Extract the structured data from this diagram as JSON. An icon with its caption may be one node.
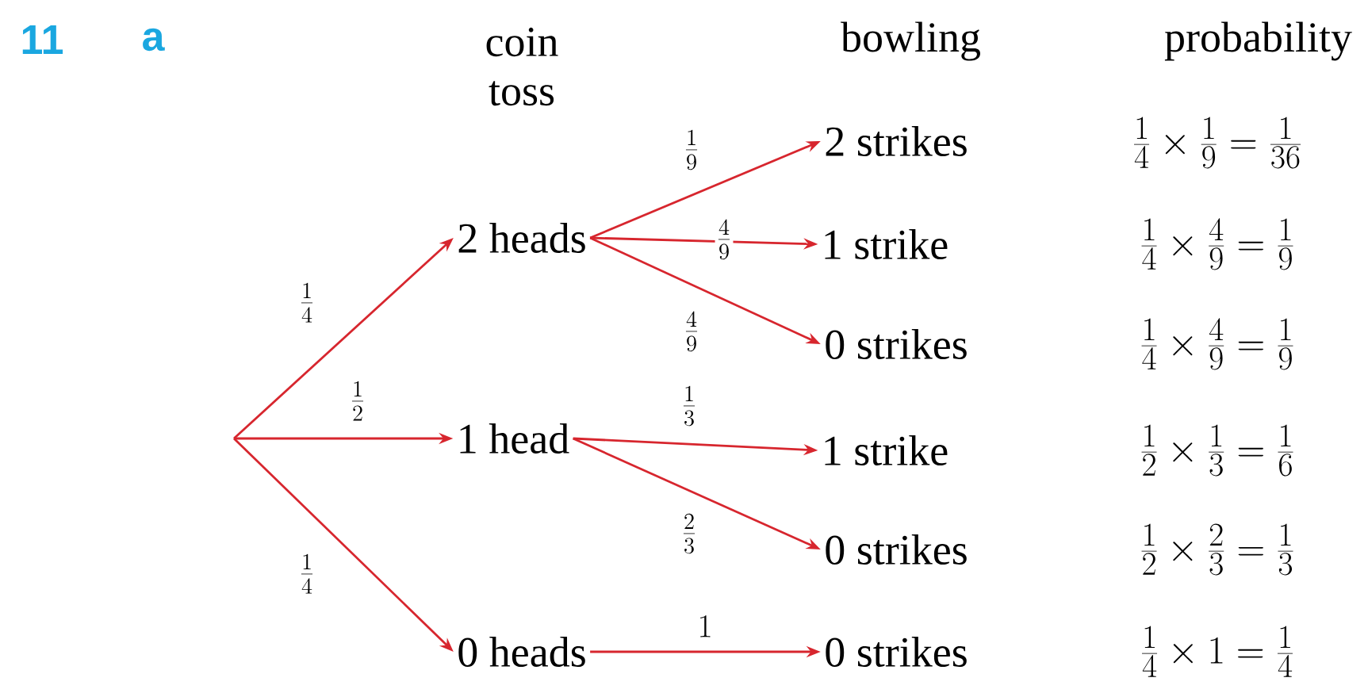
{
  "diagram": {
    "nodes": [
      {
        "text": [
          "2 heads"
        ]
      },
      {
        "text": [
          "1 head"
        ]
      },
      {
        "text": [
          "0 heads"
        ]
      },
      {
        "text": [
          "2 strikes"
        ]
      },
      {
        "text": [
          "1 strike"
        ]
      },
      {
        "text": [
          "0 strikes"
        ]
      },
      {
        "text": [
          "1 strike"
        ]
      },
      {
        "text": [
          "0 strikes"
        ]
      },
      {
        "text": [
          "0 strikes"
        ]
      }
    ],
    "edges": [
      {
        "from": null,
        "to": 0,
        "arrow": "to",
        "label": "\\frac{1}{4}"
      },
      {
        "from": null,
        "to": 1,
        "arrow": "to",
        "label": "\\frac{1}{2}"
      },
      {
        "from": null,
        "to": 2,
        "arrow": "to",
        "label": "\\frac{1}{4}"
      },
      {
        "from": 0,
        "to": 3,
        "arrow": "to",
        "label": "\\frac{1}{9}"
      },
      {
        "from": 0,
        "to": 4,
        "arrow": "to",
        "label": "\\frac{4}{9}"
      },
      {
        "from": 0,
        "to": 5,
        "arrow": "to",
        "label": "\\frac{4}{9}"
      },
      {
        "from": 1,
        "to": 6,
        "arrow": "to",
        "label": "\\frac{1}{3}"
      },
      {
        "from": 1,
        "to": 7,
        "arrow": "to",
        "label": "\\frac{2}{3}"
      },
      {
        "from": 2,
        "to": 8,
        "arrow": "to",
        "label": "1"
      }
    ],
    "labels": [
      "11",
      "a",
      "coin toss",
      "bowling",
      "probability",
      "\\frac{1}{4} \\times \\frac{1}{9} = \\frac{1}{36}",
      "\\frac{1}{4} \\times \\frac{4}{9} = \\frac{1}{9}",
      "\\frac{1}{4} \\times \\frac{4}{9} = \\frac{1}{9}",
      "\\frac{1}{2} \\times \\frac{1}{3} = \\frac{1}{6}",
      "\\frac{1}{2} \\times \\frac{2}{3} = \\frac{1}{3}",
      "\\frac{1}{4} \\times 1 = \\frac{1}{4}"
    ]
  }
}
